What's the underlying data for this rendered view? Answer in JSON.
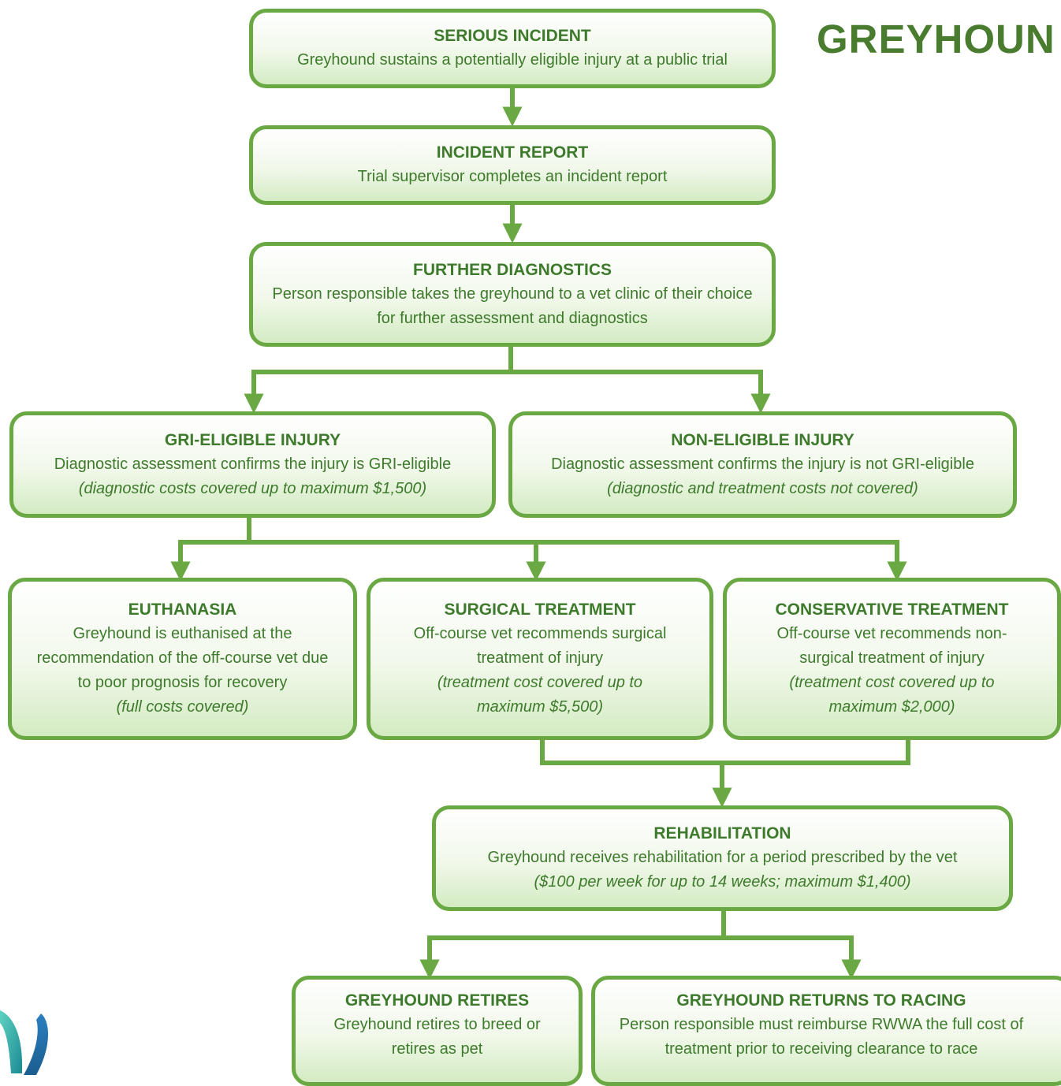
{
  "heading": "GREYHOUN",
  "colors": {
    "accent": "#6aa843",
    "text": "#3d7a2b",
    "heading": "#4a7c2f",
    "box_fill": "#d3ebc2"
  },
  "nodes": {
    "serious_incident": {
      "title": "SERIOUS INCIDENT",
      "desc": "Greyhound sustains a potentially eligible injury at a public trial"
    },
    "incident_report": {
      "title": "INCIDENT REPORT",
      "desc": "Trial supervisor completes an incident report"
    },
    "further_diagnostics": {
      "title": "FURTHER DIAGNOSTICS",
      "desc": "Person responsible takes the greyhound to a vet clinic of their choice for further assessment and diagnostics"
    },
    "gri_eligible": {
      "title": "GRI-ELIGIBLE INJURY",
      "desc": "Diagnostic assessment confirms the injury is GRI-eligible",
      "note": "(diagnostic costs covered up to maximum $1,500)"
    },
    "non_eligible": {
      "title": "NON-ELIGIBLE INJURY",
      "desc": "Diagnostic assessment confirms the injury is not GRI-eligible",
      "note": "(diagnostic and treatment costs not covered)"
    },
    "euthanasia": {
      "title": "EUTHANASIA",
      "desc": "Greyhound is euthanised at the recommendation of the off-course vet due to poor prognosis for recovery",
      "note": "(full costs covered)"
    },
    "surgical": {
      "title": "SURGICAL TREATMENT",
      "desc": "Off-course vet recommends surgical treatment of injury",
      "note": "(treatment cost covered up to maximum $5,500)"
    },
    "conservative": {
      "title": "CONSERVATIVE TREATMENT",
      "desc": "Off-course vet recommends non-surgical treatment of injury",
      "note": "(treatment cost covered up to maximum $2,000)"
    },
    "rehabilitation": {
      "title": "REHABILITATION",
      "desc": "Greyhound receives rehabilitation for a period prescribed by the vet",
      "note": "($100 per week for up to 14 weeks; maximum $1,400)"
    },
    "retires": {
      "title": "GREYHOUND RETIRES",
      "desc": "Greyhound retires to breed or retires as pet"
    },
    "returns": {
      "title": "GREYHOUND RETURNS TO RACING",
      "desc": "Person responsible must reimburse RWWA the full cost of treatment prior to receiving clearance to race"
    }
  }
}
